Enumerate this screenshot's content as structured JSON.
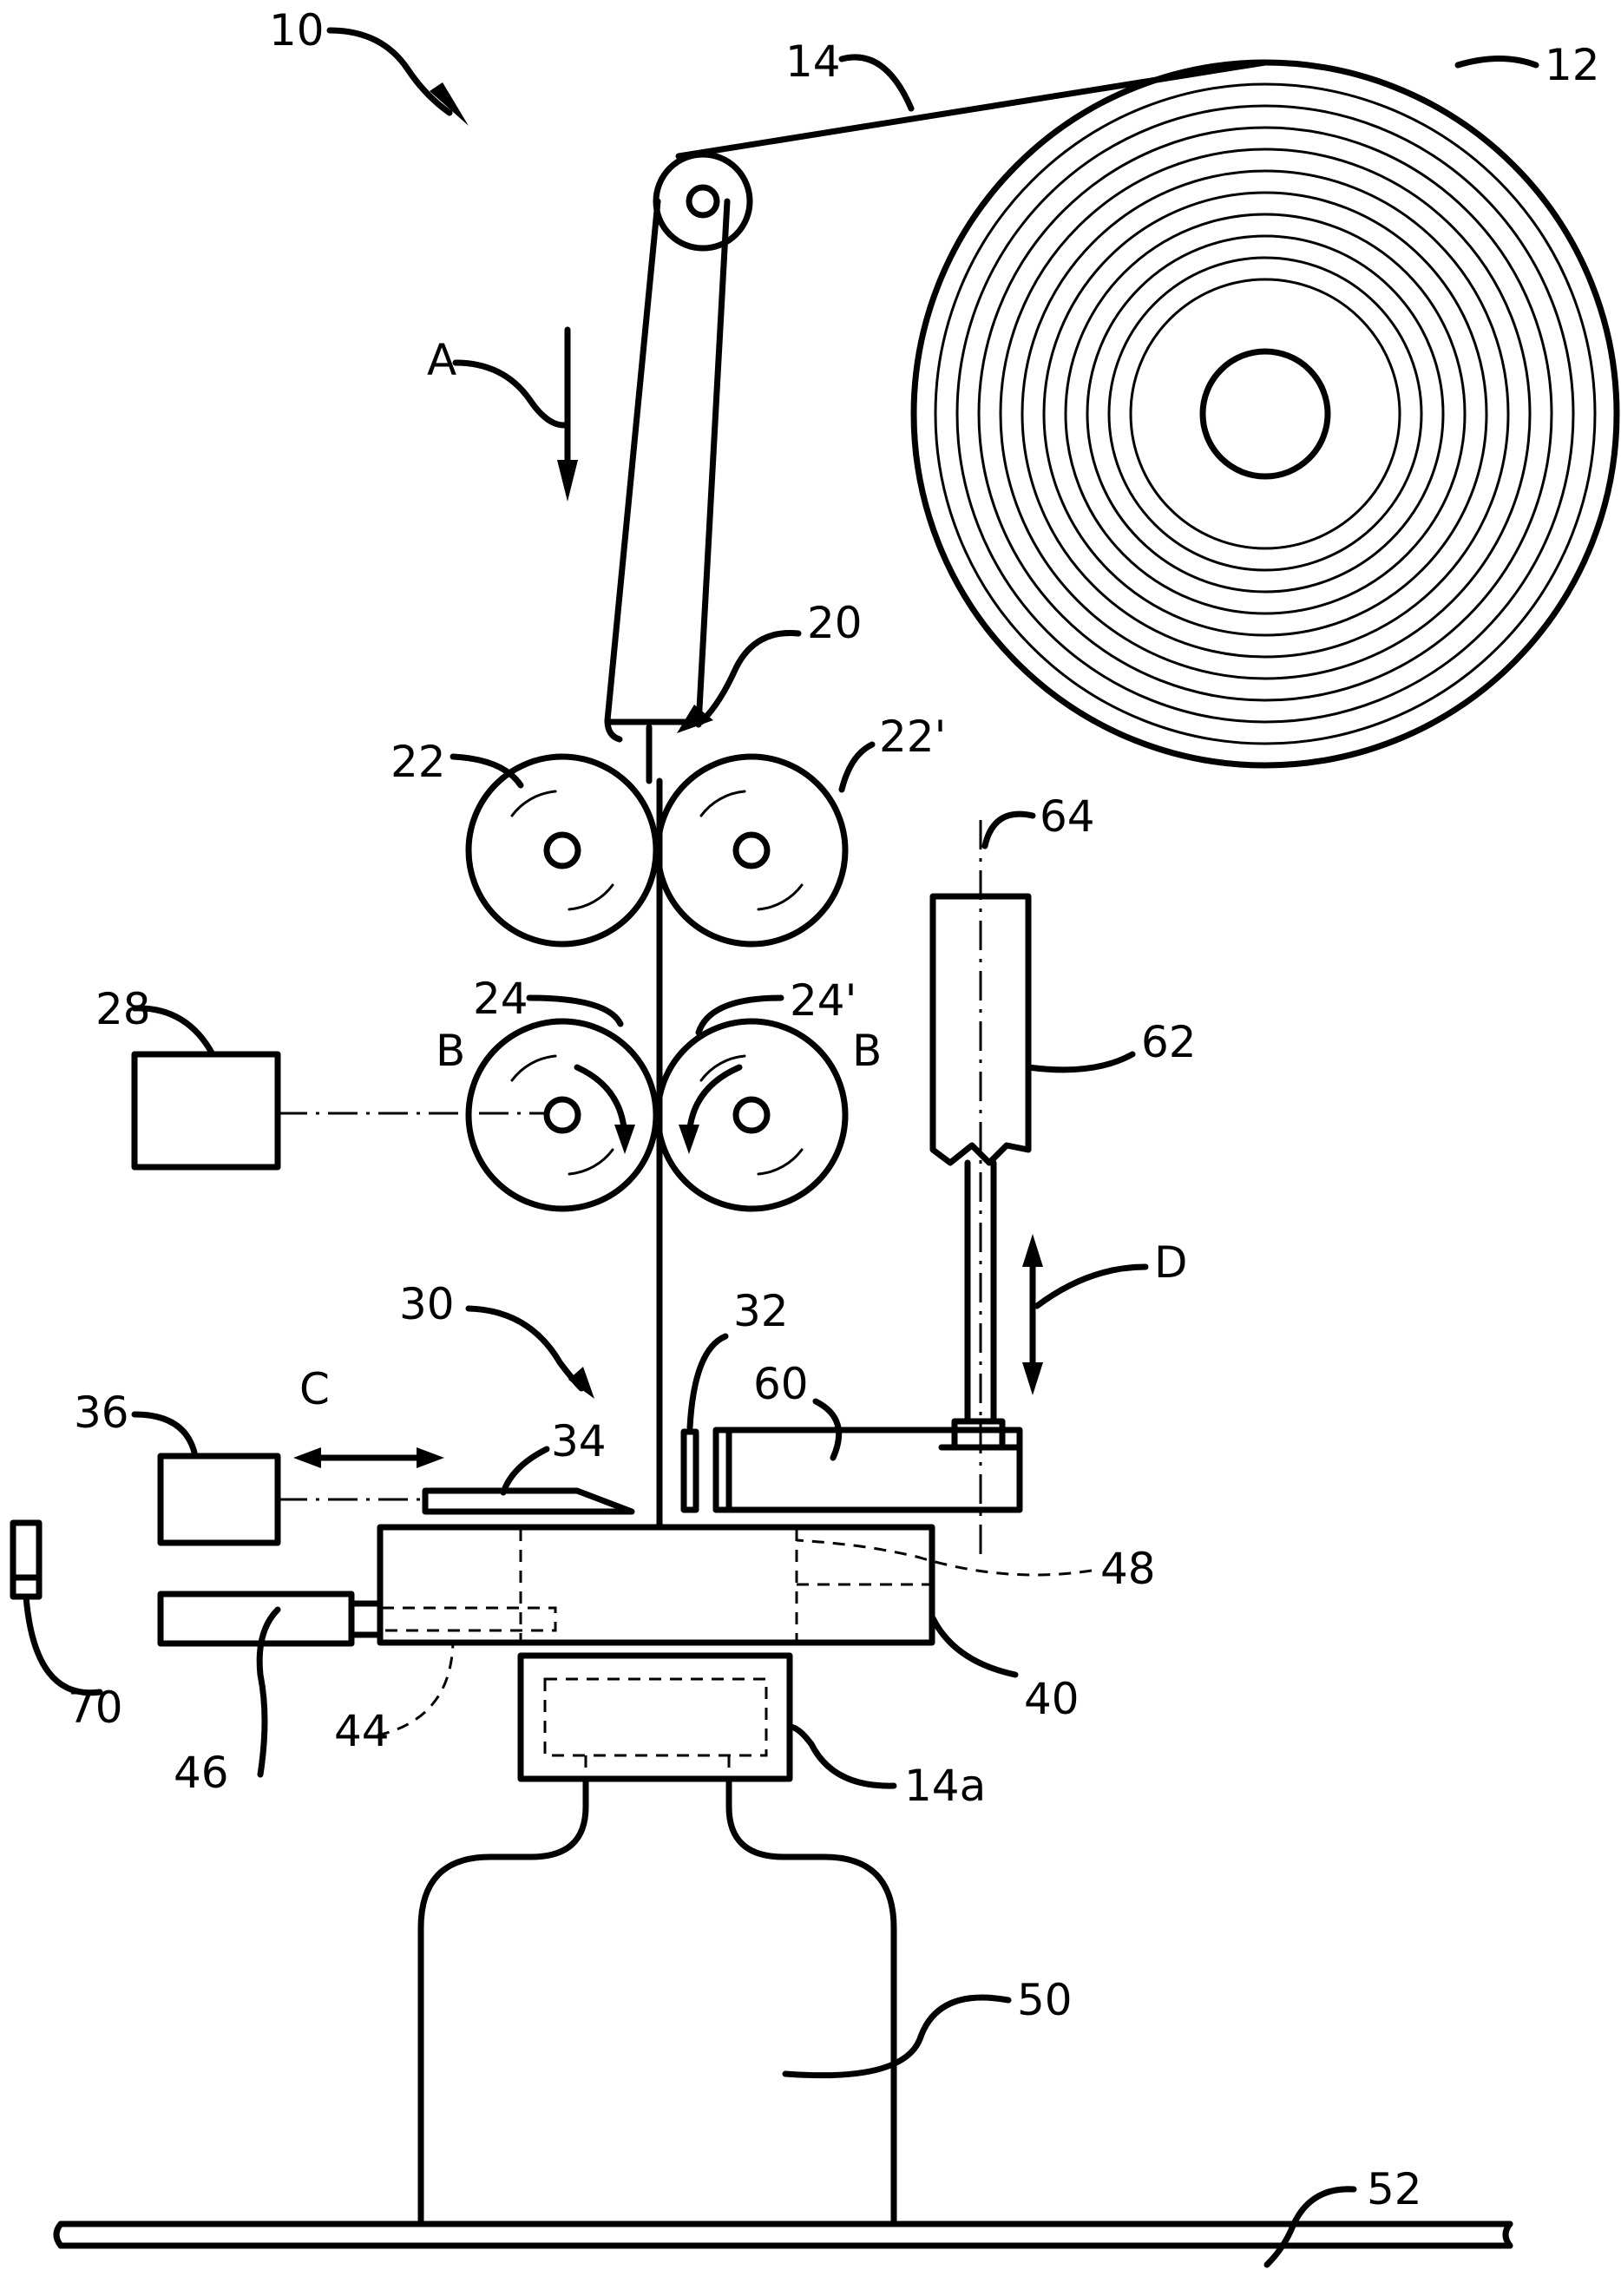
{
  "labels": {
    "l10": "10",
    "l12": "12",
    "l14": "14",
    "lA": "A",
    "l20": "20",
    "l22": "22",
    "l22p": "22'",
    "l24": "24",
    "l24p": "24'",
    "lB1": "B",
    "lB2": "B",
    "l28": "28",
    "l64": "64",
    "l62": "62",
    "lD": "D",
    "l30": "30",
    "l32": "32",
    "l60": "60",
    "l36": "36",
    "lC": "C",
    "l34": "34",
    "l48": "48",
    "l40": "40",
    "l70": "70",
    "l44": "44",
    "l46": "46",
    "l14a": "14a",
    "l50": "50",
    "l52": "52"
  }
}
